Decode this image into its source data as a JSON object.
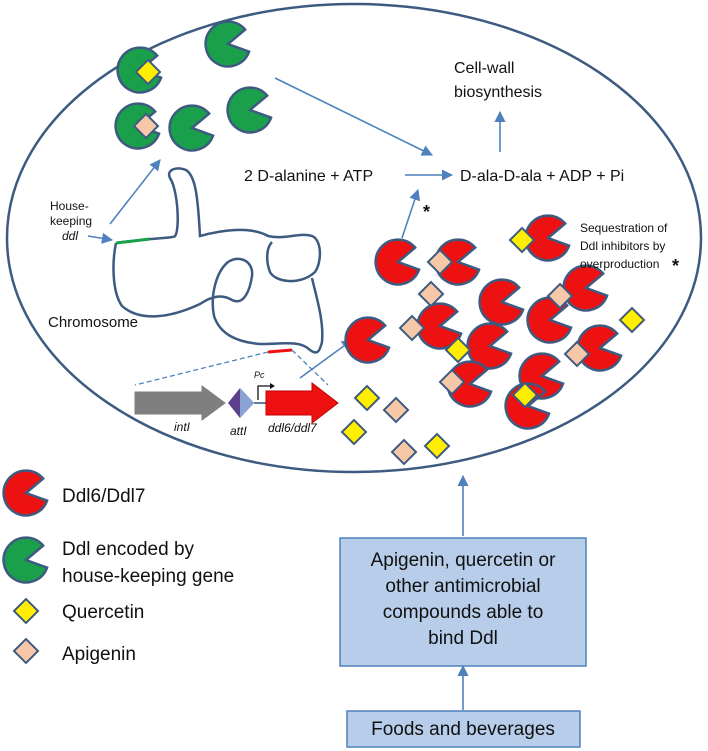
{
  "labels": {
    "cell_wall": [
      "Cell-wall",
      "biosynthesis"
    ],
    "reaction_left": "2 D-alanine + ATP",
    "reaction_right": "D-ala-D-ala + ADP + Pi",
    "asterisk": "*",
    "housekeeping": [
      "House-",
      "keeping",
      "ddl"
    ],
    "chromosome": "Chromosome",
    "sequestration": [
      "Sequestration of",
      "Ddl inhibitors by",
      "overproduction"
    ],
    "intl": "intI",
    "attl": "attI",
    "pc": "Pc",
    "ddl67": "ddl6/ddl7"
  },
  "legend": {
    "ddl67": "Ddl6/Ddl7",
    "ddl_hk": [
      "Ddl encoded by",
      "house-keeping gene"
    ],
    "quercetin": "Quercetin",
    "apigenin": "Apigenin"
  },
  "boxes": {
    "compounds": [
      "Apigenin, quercetin or",
      "other antimicrobial",
      "compounds able to",
      "bind Ddl"
    ],
    "foods": "Foods and beverages"
  },
  "colors": {
    "ddl67_red": "#ee1111",
    "ddl_green": "#1aa04a",
    "quercetin_yellow": "#ffee00",
    "apigenin_peach": "#f7c8a8",
    "outline_blue": "#3d5a80",
    "box_fill": "#b7cdea",
    "arrow_blue": "#4f81bd",
    "intl_gray": "#7f7f7f",
    "attl_purple": "#5b3f8c"
  }
}
